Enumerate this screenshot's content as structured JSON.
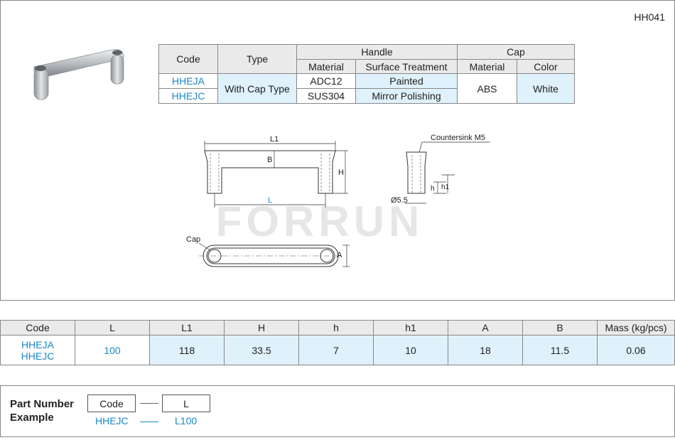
{
  "doc_code": "HH041",
  "top_table": {
    "h_code": "Code",
    "h_type": "Type",
    "h_handle": "Handle",
    "h_cap": "Cap",
    "h_material": "Material",
    "h_surface": "Surface Treatment",
    "h_cap_material": "Material",
    "h_color": "Color",
    "rows": [
      {
        "code": "HHEJA",
        "material": "ADC12",
        "surface": "Painted"
      },
      {
        "code": "HHEJC",
        "material": "SUS304",
        "surface": "Mirror Polishing"
      }
    ],
    "type": "With Cap Type",
    "cap_material": "ABS",
    "cap_color": "White"
  },
  "drawing": {
    "L1": "L1",
    "L": "L",
    "B": "B",
    "H": "H",
    "countersink": "Countersink M5",
    "h": "h",
    "h1": "h1",
    "dia": "Ø5.5",
    "cap": "Cap",
    "A": "A",
    "watermark": "FORRUN"
  },
  "spec_table": {
    "headers": [
      "Code",
      "L",
      "L1",
      "H",
      "h",
      "h1",
      "A",
      "B",
      "Mass (kg/pcs)"
    ],
    "codes": [
      "HHEJA",
      "HHEJC"
    ],
    "values": [
      "100",
      "118",
      "33.5",
      "7",
      "10",
      "18",
      "11.5",
      "0.06"
    ]
  },
  "part_number": {
    "title_line1": "Part Number",
    "title_line2": "Example",
    "box_code": "Code",
    "box_L": "L",
    "ex_code": "HHEJC",
    "ex_L": "L100"
  }
}
